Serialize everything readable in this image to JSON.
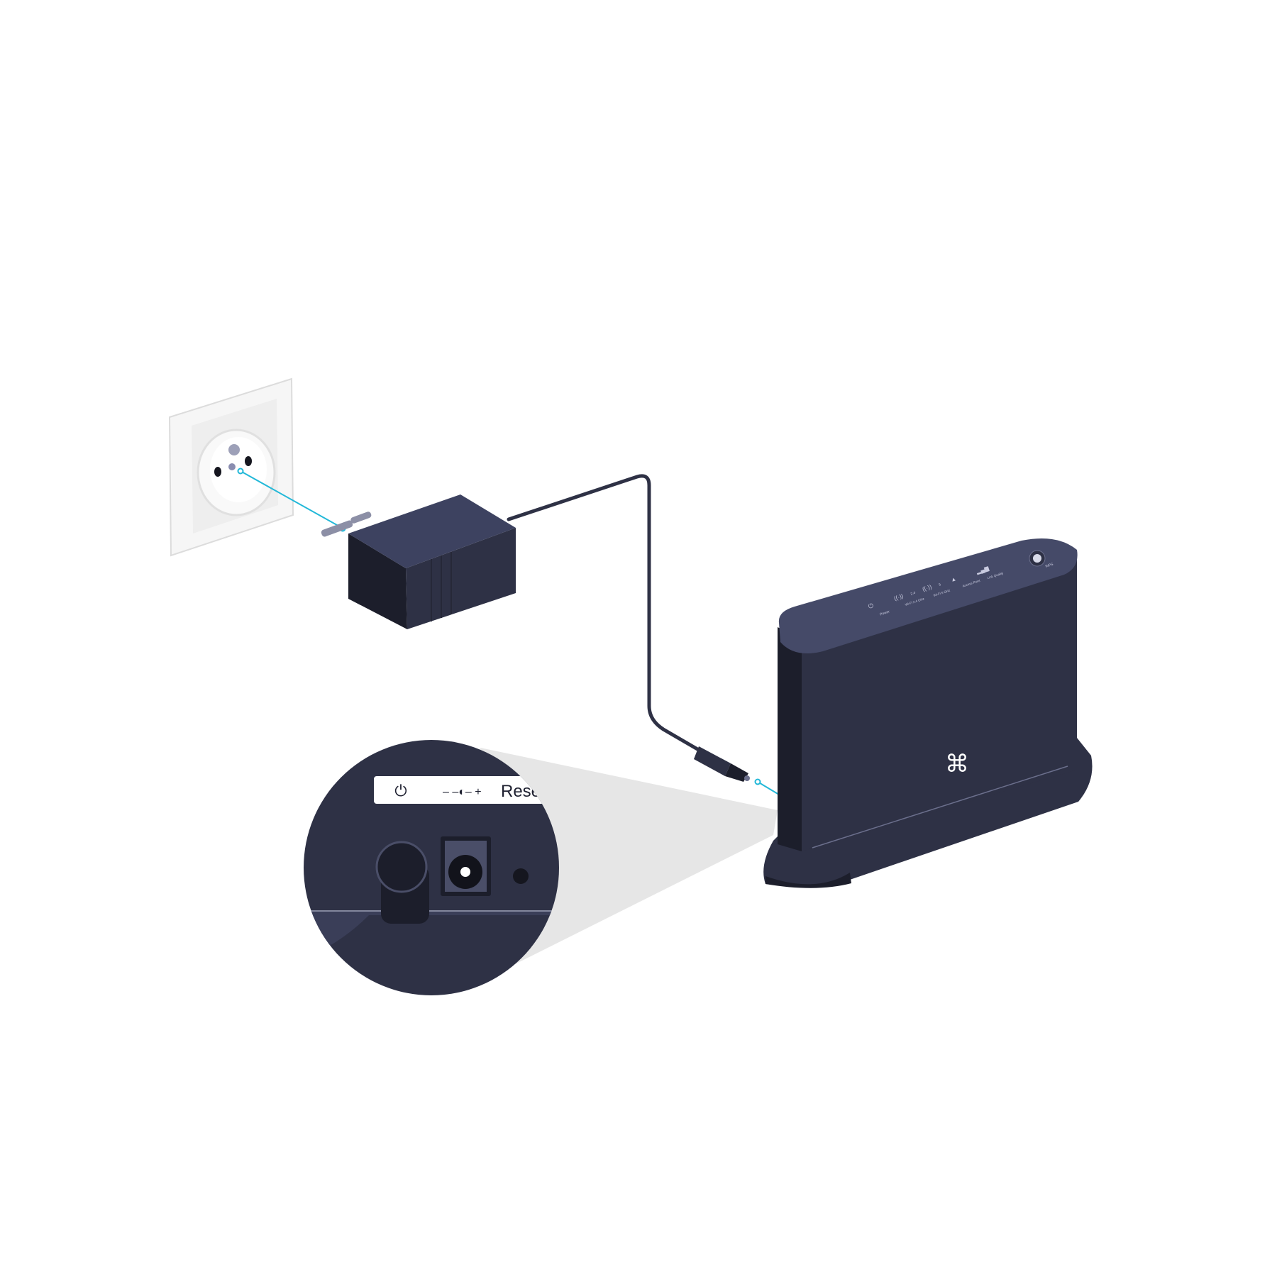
{
  "router": {
    "indicators": [
      {
        "icon": "power-icon",
        "label": "Power"
      },
      {
        "icon": "wifi-icon",
        "badge": "2.4",
        "label": "Wi-Fi 2.4 GHz"
      },
      {
        "icon": "wifi-icon",
        "badge": "5",
        "label": "Wi-Fi 5 GHz"
      },
      {
        "icon": "access-point-icon",
        "label": "Access Point"
      },
      {
        "icon": "signal-bars-icon",
        "label": "Link Quality"
      }
    ],
    "wps_label": "WPS",
    "logo_glyph": "⌘"
  },
  "inset": {
    "label_power_icon": "power-icon",
    "label_dc_symbol": "– –◐– +",
    "label_reset": "Rese"
  },
  "colors": {
    "device_dark": "#2e3145",
    "device_top": "#454a68",
    "device_shadow": "#1c1e2b",
    "callout_line": "#22b8d8",
    "outlet": "#f4f4f4"
  }
}
